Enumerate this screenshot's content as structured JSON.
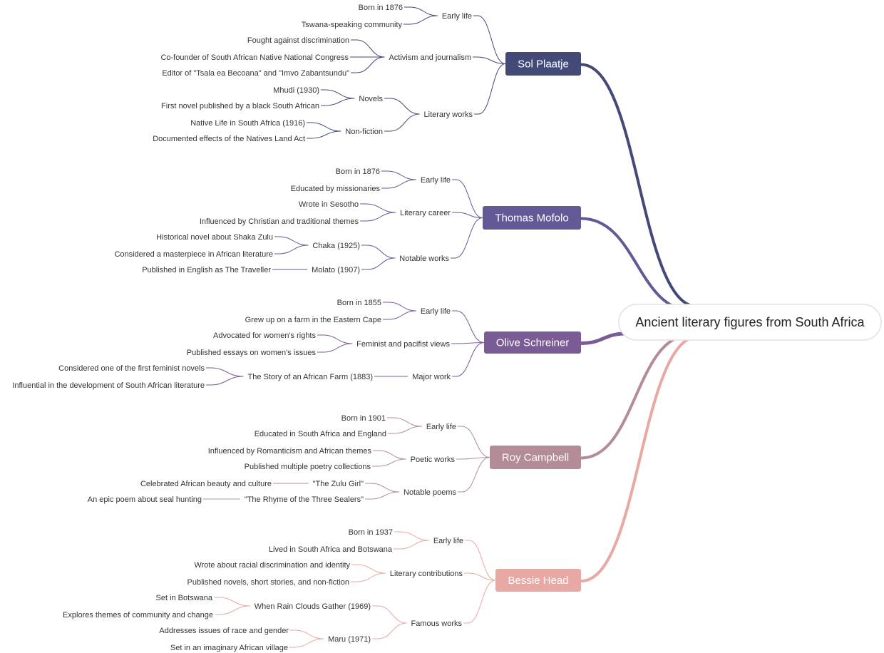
{
  "root": {
    "label": "Ancient literary figures from South Africa"
  },
  "figures": [
    {
      "name": "Sol Plaatje",
      "color": "#434a78",
      "topics": [
        {
          "label": "Early life",
          "children": [
            {
              "label": "Born in 1876"
            },
            {
              "label": "Tswana-speaking community"
            }
          ]
        },
        {
          "label": "Activism and journalism",
          "children": [
            {
              "label": "Fought against discrimination"
            },
            {
              "label": "Co-founder of South African Native National Congress"
            },
            {
              "label": "Editor of \"Tsala ea Becoana\" and \"Imvo Zabantsundu\""
            }
          ]
        },
        {
          "label": "Literary works",
          "children": [
            {
              "label": "Novels",
              "children": [
                {
                  "label": "Mhudi (1930)"
                },
                {
                  "label": "First novel published by a black South African"
                }
              ]
            },
            {
              "label": "Non-fiction",
              "children": [
                {
                  "label": "Native Life in South Africa (1916)"
                },
                {
                  "label": "Documented effects of the Natives Land Act"
                }
              ]
            }
          ]
        }
      ]
    },
    {
      "name": "Thomas Mofolo",
      "color": "#625996",
      "topics": [
        {
          "label": "Early life",
          "children": [
            {
              "label": "Born in 1876"
            },
            {
              "label": "Educated by missionaries"
            }
          ]
        },
        {
          "label": "Literary career",
          "children": [
            {
              "label": "Wrote in Sesotho"
            },
            {
              "label": "Influenced by Christian and traditional themes"
            }
          ]
        },
        {
          "label": "Notable works",
          "children": [
            {
              "label": "Chaka (1925)",
              "children": [
                {
                  "label": "Historical novel about Shaka Zulu"
                },
                {
                  "label": "Considered a masterpiece in African literature"
                }
              ]
            },
            {
              "label": "Molato (1907)",
              "children": [
                {
                  "label": "Published in English as The Traveller"
                }
              ]
            }
          ]
        }
      ]
    },
    {
      "name": "Olive Schreiner",
      "color": "#7a5b96",
      "topics": [
        {
          "label": "Early life",
          "children": [
            {
              "label": "Born in 1855"
            },
            {
              "label": "Grew up on a farm in the Eastern Cape"
            }
          ]
        },
        {
          "label": "Feminist and pacifist views",
          "children": [
            {
              "label": "Advocated for women's rights"
            },
            {
              "label": "Published essays on women's issues"
            }
          ]
        },
        {
          "label": "Major work",
          "children": [
            {
              "label": "The Story of an African Farm (1883)",
              "children": [
                {
                  "label": "Considered one of the first feminist novels"
                },
                {
                  "label": "Influential in the development of South African literature"
                }
              ]
            }
          ]
        }
      ]
    },
    {
      "name": "Roy Campbell",
      "color": "#b48c98",
      "topics": [
        {
          "label": "Early life",
          "children": [
            {
              "label": "Born in 1901"
            },
            {
              "label": "Educated in South Africa and England"
            }
          ]
        },
        {
          "label": "Poetic works",
          "children": [
            {
              "label": "Influenced by Romanticism and African themes"
            },
            {
              "label": "Published multiple poetry collections"
            }
          ]
        },
        {
          "label": "Notable poems",
          "children": [
            {
              "label": "\"The Zulu Girl\"",
              "children": [
                {
                  "label": "Celebrated African beauty and culture"
                }
              ]
            },
            {
              "label": "\"The Rhyme of the Three Sealers\"",
              "children": [
                {
                  "label": "An epic poem about seal hunting"
                }
              ]
            }
          ]
        }
      ]
    },
    {
      "name": "Bessie Head",
      "color": "#e8a8a3",
      "topics": [
        {
          "label": "Early life",
          "children": [
            {
              "label": "Born in 1937"
            },
            {
              "label": "Lived in South Africa and Botswana"
            }
          ]
        },
        {
          "label": "Literary contributions",
          "children": [
            {
              "label": "Wrote about racial discrimination and identity"
            },
            {
              "label": "Published novels, short stories, and non-fiction"
            }
          ]
        },
        {
          "label": "Famous works",
          "children": [
            {
              "label": "When Rain Clouds Gather (1969)",
              "children": [
                {
                  "label": "Set in Botswana"
                },
                {
                  "label": "Explores themes of community and change"
                }
              ]
            },
            {
              "label": "Maru (1971)",
              "children": [
                {
                  "label": "Addresses issues of race and gender"
                },
                {
                  "label": "Set in an imaginary African village"
                }
              ]
            }
          ]
        }
      ]
    }
  ]
}
